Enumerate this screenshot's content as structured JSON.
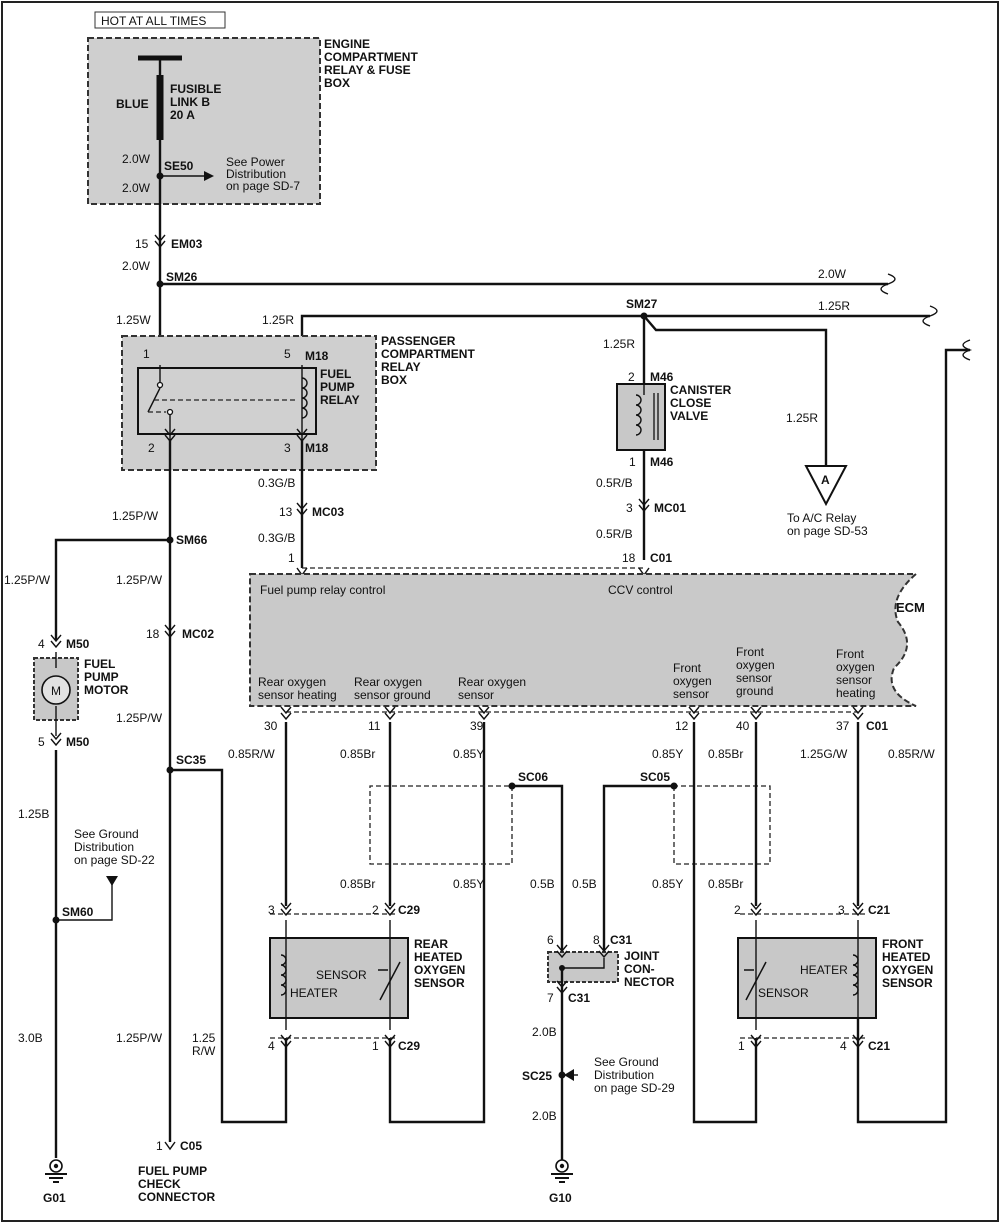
{
  "hot_label": "HOT AT ALL TIMES",
  "engine_box": {
    "title": [
      "ENGINE",
      "COMPARTMENT",
      "RELAY & FUSE",
      "BOX"
    ]
  },
  "fusible": {
    "lines": [
      "FUSIBLE",
      "LINK B",
      "20 A"
    ],
    "color": "BLUE"
  },
  "se50": {
    "name": "SE50",
    "wire_in": "2.0W",
    "wire_out": "2.0W",
    "note": [
      "See Power",
      "Distribution",
      "on page SD-7"
    ]
  },
  "em03": {
    "pin": "15",
    "name": "EM03",
    "wire": "2.0W"
  },
  "sm26": {
    "name": "SM26",
    "wire_right": "2.0W",
    "wire_down": "1.25W"
  },
  "sm27": {
    "name": "SM27",
    "wire_left": "1.25R",
    "wire_right": "1.25R",
    "wire_down": "1.25R",
    "wire_ac": "1.25R"
  },
  "pass_box": {
    "title": [
      "PASSENGER",
      "COMPARTMENT",
      "RELAY",
      "BOX"
    ]
  },
  "relay": {
    "title": [
      "FUEL",
      "PUMP",
      "RELAY"
    ],
    "pin1": "1",
    "pin5": "5",
    "pin2": "2",
    "pin3": "3",
    "conn_top": "M18",
    "conn_bot": "M18"
  },
  "canister": {
    "title": [
      "CANISTER",
      "CLOSE",
      "VALVE"
    ],
    "pin_top": "2",
    "conn_top": "M46",
    "pin_bot": "1",
    "conn_bot": "M46"
  },
  "ac_ref": {
    "letter": "A",
    "note": [
      "To A/C Relay",
      "on page SD-53"
    ]
  },
  "mc03": {
    "wire_a": "0.3G/B",
    "pin": "13",
    "name": "MC03",
    "wire_b": "0.3G/B"
  },
  "mc01": {
    "wire_a": "0.5R/B",
    "pin": "3",
    "name": "MC01",
    "wire_b": "0.5R/B"
  },
  "c01_top": {
    "pin_a": "1",
    "pin_b": "18",
    "name": "C01"
  },
  "sm66": {
    "name": "SM66",
    "wire_in": "1.25P/W",
    "wire_left": "1.25P/W",
    "wire_down": "1.25P/W"
  },
  "mc02": {
    "pin": "18",
    "name": "MC02",
    "wire": "1.25P/W"
  },
  "ecm": {
    "name": "ECM",
    "fuel_pump_ctrl": "Fuel pump relay control",
    "ccv_ctrl": "CCV control",
    "labels": [
      [
        "Rear oxygen",
        "sensor heating"
      ],
      [
        "Rear oxygen",
        "sensor ground"
      ],
      [
        "Rear oxygen",
        "sensor"
      ],
      [
        "Front",
        "oxygen",
        "sensor"
      ],
      [
        "Front",
        "oxygen",
        "sensor",
        "ground"
      ],
      [
        "Front",
        "oxygen",
        "sensor",
        "heating"
      ]
    ],
    "pins": [
      "30",
      "11",
      "39",
      "12",
      "40",
      "37"
    ],
    "conn": "C01"
  },
  "motor": {
    "pin_top": "4",
    "conn_top": "M50",
    "title": [
      "FUEL",
      "PUMP",
      "MOTOR"
    ],
    "symbol": "M",
    "pin_bot": "5",
    "conn_bot": "M50"
  },
  "wires": {
    "w_85rw_left": "0.85R/W",
    "w_85br_1": "0.85Br",
    "w_85y_1": "0.85Y",
    "w_85y_2": "0.85Y",
    "w_85br_2": "0.85Br",
    "w_125gw": "1.25G/W",
    "w_85rw_right": "0.85R/W",
    "w_85br_3": "0.85Br",
    "w_85y_3": "0.85Y",
    "w_05b_1": "0.5B",
    "w_05b_2": "0.5B",
    "w_85y_4": "0.85Y",
    "w_85br_4": "0.85Br",
    "w_125b": "1.25B",
    "w_30b": "3.0B",
    "w_125pw_low": "1.25P/W",
    "w_125rw_a": "1.25",
    "w_125rw_b": "R/W",
    "w_20b_1": "2.0B",
    "w_20b_2": "2.0B"
  },
  "sc35": "SC35",
  "sc06": "SC06",
  "sc05": "SC05",
  "sm60": {
    "name": "SM60",
    "note": [
      "See Ground",
      "Distribution",
      "on page SD-22"
    ]
  },
  "rear_sensor": {
    "title": [
      "REAR",
      "HEATED",
      "OXYGEN",
      "SENSOR"
    ],
    "sensor": "SENSOR",
    "heater": "HEATER",
    "pin3": "3",
    "pin2": "2",
    "conn_top": "C29",
    "pin4": "4",
    "pin1": "1",
    "conn_bot": "C29"
  },
  "front_sensor": {
    "title": [
      "FRONT",
      "HEATED",
      "OXYGEN",
      "SENSOR"
    ],
    "sensor": "SENSOR",
    "heater": "HEATER",
    "pin2": "2",
    "pin3": "3",
    "conn_top": "C21",
    "pin1": "1",
    "pin4": "4",
    "conn_bot": "C21"
  },
  "joint": {
    "title": [
      "JOINT",
      "CON-",
      "NECTOR"
    ],
    "pin6": "6",
    "pin8": "8",
    "conn_top": "C31",
    "pin7": "7",
    "conn_bot": "C31"
  },
  "sc25": {
    "name": "SC25",
    "note": [
      "See Ground",
      "Distribution",
      "on page SD-29"
    ]
  },
  "c05": {
    "pin": "1",
    "name": "C05",
    "title": [
      "FUEL PUMP",
      "CHECK",
      "CONNECTOR"
    ]
  },
  "grounds": {
    "g01": "G01",
    "g10": "G10"
  }
}
